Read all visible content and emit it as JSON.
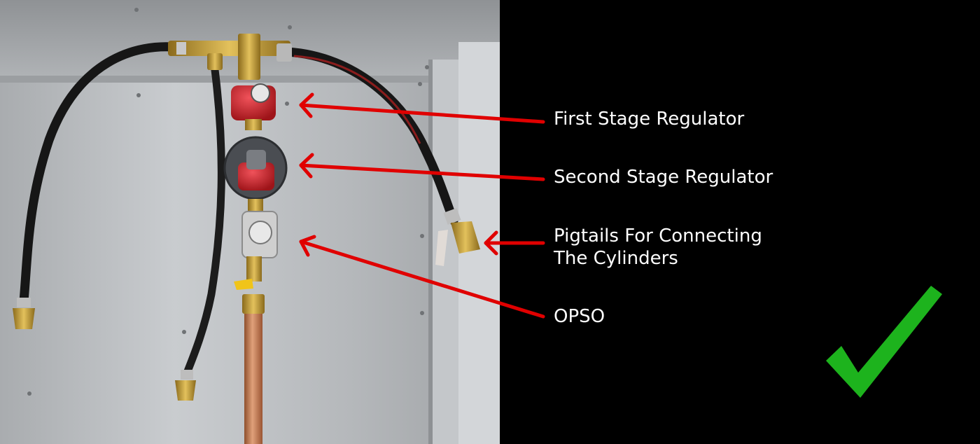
{
  "labels": {
    "first_stage": "First Stage Regulator",
    "second_stage": "Second Stage Regulator",
    "pigtails": {
      "line1": "Pigtails For Connecting",
      "line2": "The Cylinders"
    },
    "opso": "OPSO"
  },
  "icons": {
    "checkmark": "checkmark-icon",
    "arrow": "arrow-icon"
  },
  "colors": {
    "arrow": "#e00000",
    "checkmark": "#1db31d",
    "background": "#000000",
    "regulator_red": "#d4232c",
    "hose": "#161616",
    "brass": "#c9a23b",
    "copper": "#c07a4e",
    "wall": "#b9bcbf"
  }
}
